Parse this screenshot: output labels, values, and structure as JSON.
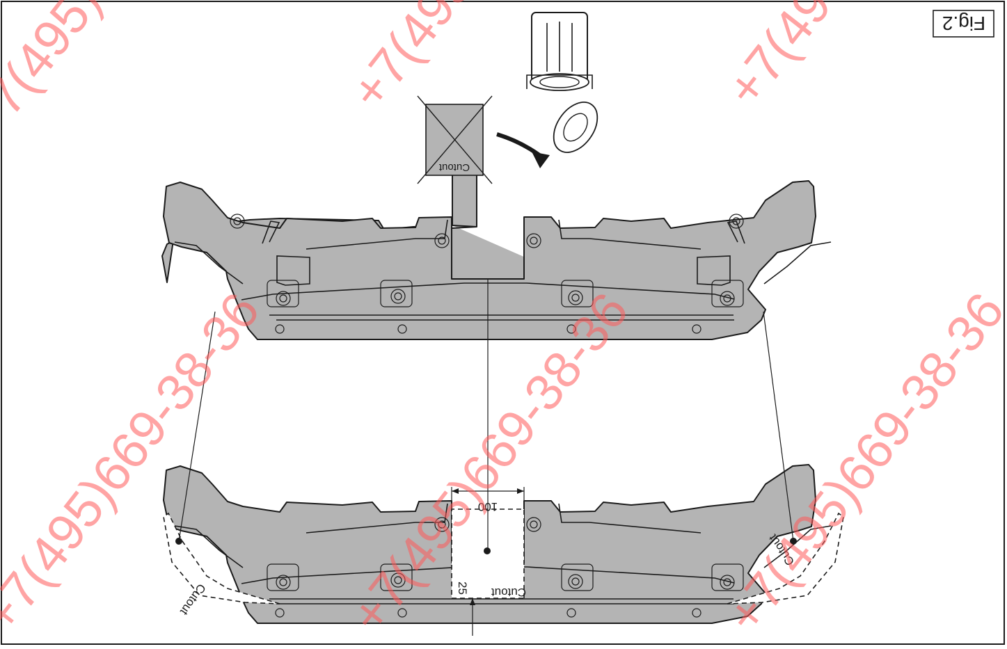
{
  "figure": {
    "label": "Fig.2",
    "rotated_180": true
  },
  "labels": {
    "cutout_box": "Cutout",
    "cutout_center": "Cutout",
    "cutout_left": "Cutout",
    "cutout_right": "Cutout"
  },
  "dimensions": {
    "width": "100",
    "depth": "25"
  },
  "watermark": {
    "text_1": "+7(495)669-38-36",
    "text_2": "+7(495)669-38-36",
    "text_3": "+7(495)669-38-36",
    "text_4": "+7(495)669-38-36",
    "text_5": "+7(495)669-38-36",
    "text_6": "+7(495)669-38-36",
    "color": "#ff5a5a"
  },
  "colors": {
    "part_fill": "#b4b4b4",
    "line": "#1a1a1a"
  }
}
